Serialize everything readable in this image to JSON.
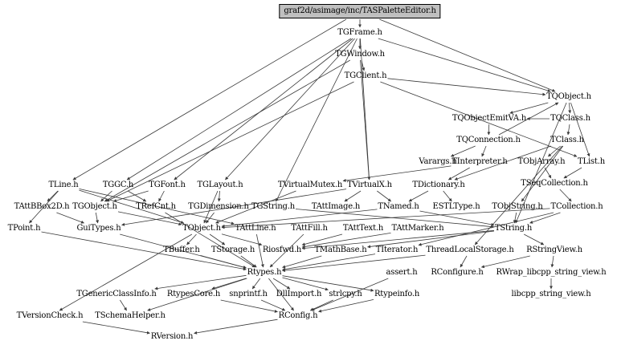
{
  "colors": {
    "background": "#ffffff",
    "edge": "#3a3a3a",
    "root_fill": "#bfbfbf",
    "text": "#000000"
  },
  "root": "graf2d/asimage/inc/TASPaletteEditor.h",
  "nodes": [
    "graf2d/asimage/inc/TASPaletteEditor.h",
    "TGFrame.h",
    "TGWindow.h",
    "TGClient.h",
    "TQObject.h",
    "TQObjectEmitVA.h",
    "TQClass.h",
    "TQConnection.h",
    "TClass.h",
    "Varargs.h",
    "TInterpreter.h",
    "TObjArray.h",
    "TList.h",
    "TLine.h",
    "TGGC.h",
    "TGFont.h",
    "TGLayout.h",
    "TVirtualMutex.h",
    "TVirtualX.h",
    "TDictionary.h",
    "TSeqCollection.h",
    "TAttBBox2D.h",
    "TGObject.h",
    "TRefCnt.h",
    "TGDimension.h",
    "TGString.h",
    "TAttImage.h",
    "TNamed.h",
    "ESTLType.h",
    "TObjString.h",
    "TCollection.h",
    "TPoint.h",
    "GuiTypes.h",
    "TObject.h",
    "TAttLine.h",
    "TAttFill.h",
    "TAttText.h",
    "TAttMarker.h",
    "TString.h",
    "TBuffer.h",
    "TStorage.h",
    "Riosfwd.h",
    "TMathBase.h",
    "TIterator.h",
    "ThreadLocalStorage.h",
    "RStringView.h",
    "Rtypes.h",
    "assert.h",
    "RConfigure.h",
    "RWrap_libcpp_string_view.h",
    "TGenericClassInfo.h",
    "RtypesCore.h",
    "snprintf.h",
    "DllImport.h",
    "strlcpy.h",
    "Rtypeinfo.h",
    "libcpp_string_view.h",
    "TVersionCheck.h",
    "TSchemaHelper.h",
    "RConfig.h",
    "RVersion.h"
  ],
  "edges": [
    [
      "graf2d/asimage/inc/TASPaletteEditor.h",
      "TGFrame.h"
    ],
    [
      "graf2d/asimage/inc/TASPaletteEditor.h",
      "TLine.h"
    ],
    [
      "graf2d/asimage/inc/TASPaletteEditor.h",
      "TQObject.h"
    ],
    [
      "TGFrame.h",
      "TGWindow.h"
    ],
    [
      "TGFrame.h",
      "TQObject.h"
    ],
    [
      "TGFrame.h",
      "TGGC.h"
    ],
    [
      "TGFrame.h",
      "TGFont.h"
    ],
    [
      "TGFrame.h",
      "TGLayout.h"
    ],
    [
      "TGFrame.h",
      "TGString.h"
    ],
    [
      "TGFrame.h",
      "TVirtualX.h"
    ],
    [
      "TGWindow.h",
      "TGClient.h"
    ],
    [
      "TGWindow.h",
      "TGObject.h"
    ],
    [
      "TGWindow.h",
      "TVirtualX.h"
    ],
    [
      "TGClient.h",
      "TQObject.h"
    ],
    [
      "TGClient.h",
      "TGObject.h"
    ],
    [
      "TGClient.h",
      "TList.h"
    ],
    [
      "TQObject.h",
      "TQObjectEmitVA.h"
    ],
    [
      "TQObject.h",
      "TQClass.h"
    ],
    [
      "TQObject.h",
      "TList.h"
    ],
    [
      "TQObject.h",
      "TString.h"
    ],
    [
      "TQObjectEmitVA.h",
      "TQConnection.h"
    ],
    [
      "TQClass.h",
      "TClass.h"
    ],
    [
      "TQClass.h",
      "TQObjectEmitVA.h"
    ],
    [
      "TQConnection.h",
      "Varargs.h"
    ],
    [
      "TQConnection.h",
      "TInterpreter.h"
    ],
    [
      "TQConnection.h",
      "TQObject.h"
    ],
    [
      "TClass.h",
      "TObjArray.h"
    ],
    [
      "TClass.h",
      "TDictionary.h"
    ],
    [
      "TClass.h",
      "TObjString.h"
    ],
    [
      "TClass.h",
      "ThreadLocalStorage.h"
    ],
    [
      "TInterpreter.h",
      "TDictionary.h"
    ],
    [
      "TInterpreter.h",
      "TVirtualMutex.h"
    ],
    [
      "TObjArray.h",
      "TSeqCollection.h"
    ],
    [
      "TList.h",
      "TSeqCollection.h"
    ],
    [
      "TLine.h",
      "TAttBBox2D.h"
    ],
    [
      "TLine.h",
      "TObject.h"
    ],
    [
      "TLine.h",
      "TPoint.h"
    ],
    [
      "TLine.h",
      "TAttLine.h"
    ],
    [
      "TGGC.h",
      "TGObject.h"
    ],
    [
      "TGGC.h",
      "TRefCnt.h"
    ],
    [
      "TGFont.h",
      "TRefCnt.h"
    ],
    [
      "TGFont.h",
      "TGObject.h"
    ],
    [
      "TGLayout.h",
      "TGDimension.h"
    ],
    [
      "TGLayout.h",
      "TObject.h"
    ],
    [
      "TVirtualMutex.h",
      "TObject.h"
    ],
    [
      "TVirtualX.h",
      "TAttImage.h"
    ],
    [
      "TVirtualX.h",
      "TNamed.h"
    ],
    [
      "TVirtualX.h",
      "GuiTypes.h"
    ],
    [
      "TDictionary.h",
      "TNamed.h"
    ],
    [
      "TDictionary.h",
      "ESTLType.h"
    ],
    [
      "TSeqCollection.h",
      "TCollection.h"
    ],
    [
      "TAttBBox2D.h",
      "GuiTypes.h"
    ],
    [
      "TGObject.h",
      "TObject.h"
    ],
    [
      "TGObject.h",
      "GuiTypes.h"
    ],
    [
      "TRefCnt.h",
      "Rtypes.h"
    ],
    [
      "TGDimension.h",
      "TObject.h"
    ],
    [
      "TGString.h",
      "TString.h"
    ],
    [
      "TNamed.h",
      "TObject.h"
    ],
    [
      "TNamed.h",
      "TString.h"
    ],
    [
      "TObjString.h",
      "TString.h"
    ],
    [
      "TCollection.h",
      "TObject.h"
    ],
    [
      "TCollection.h",
      "TIterator.h"
    ],
    [
      "TCollection.h",
      "TString.h"
    ],
    [
      "TPoint.h",
      "Rtypes.h"
    ],
    [
      "GuiTypes.h",
      "Rtypes.h"
    ],
    [
      "TObject.h",
      "TBuffer.h"
    ],
    [
      "TObject.h",
      "TStorage.h"
    ],
    [
      "TObject.h",
      "Riosfwd.h"
    ],
    [
      "TObject.h",
      "TVersionCheck.h"
    ],
    [
      "TAttLine.h",
      "Rtypes.h"
    ],
    [
      "TAttFill.h",
      "Rtypes.h"
    ],
    [
      "TAttText.h",
      "Riosfwd.h"
    ],
    [
      "TAttMarker.h",
      "Riosfwd.h"
    ],
    [
      "TString.h",
      "TMathBase.h"
    ],
    [
      "TString.h",
      "RStringView.h"
    ],
    [
      "TString.h",
      "Riosfwd.h"
    ],
    [
      "TBuffer.h",
      "Rtypes.h"
    ],
    [
      "TStorage.h",
      "Rtypes.h"
    ],
    [
      "TMathBase.h",
      "Rtypes.h"
    ],
    [
      "TIterator.h",
      "Rtypes.h"
    ],
    [
      "ThreadLocalStorage.h",
      "RConfigure.h"
    ],
    [
      "ThreadLocalStorage.h",
      "Rtypes.h"
    ],
    [
      "RStringView.h",
      "RConfigure.h"
    ],
    [
      "RStringView.h",
      "RWrap_libcpp_string_view.h"
    ],
    [
      "RWrap_libcpp_string_view.h",
      "libcpp_string_view.h"
    ],
    [
      "Rtypes.h",
      "TGenericClassInfo.h"
    ],
    [
      "Rtypes.h",
      "RtypesCore.h"
    ],
    [
      "Rtypes.h",
      "snprintf.h"
    ],
    [
      "Rtypes.h",
      "DllImport.h"
    ],
    [
      "Rtypes.h",
      "strlcpy.h"
    ],
    [
      "Rtypes.h",
      "Rtypeinfo.h"
    ],
    [
      "Rtypes.h",
      "TSchemaHelper.h"
    ],
    [
      "Rtypes.h",
      "RConfig.h"
    ],
    [
      "RtypesCore.h",
      "RConfig.h"
    ],
    [
      "snprintf.h",
      "RConfig.h"
    ],
    [
      "strlcpy.h",
      "RConfig.h"
    ],
    [
      "Rtypeinfo.h",
      "RConfig.h"
    ],
    [
      "TVersionCheck.h",
      "RVersion.h"
    ],
    [
      "RConfig.h",
      "RVersion.h"
    ],
    [
      "assert.h",
      "RConfig.h"
    ],
    [
      "TGenericClassInfo.h",
      "TSchemaHelper.h"
    ]
  ]
}
